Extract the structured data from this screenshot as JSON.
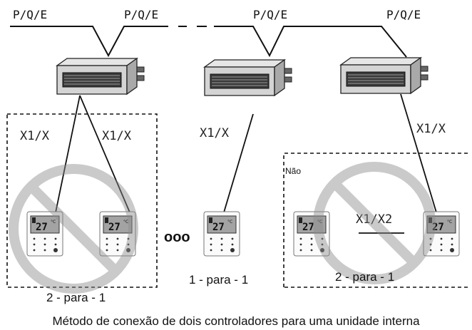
{
  "bus": {
    "label_1": "P/Q/E",
    "label_2": "P/Q/E",
    "label_3": "P/Q/E",
    "label_4": "P/Q/E"
  },
  "wires": {
    "left_a": "X1/X",
    "left_b": "X1/X",
    "middle": "X1/X",
    "right": "X1/X",
    "controller_link": "X1/X2"
  },
  "controllers": {
    "display_reading": "27",
    "display_unit": "°C",
    "ellipsis": "ooo"
  },
  "groups": {
    "left_caption": "2 - para - 1",
    "middle_caption": "1 - para - 1",
    "right_caption": "2 - para - 1",
    "right_tag": "Não"
  },
  "caption": "Método de conexão de dois controladores para uma unidade interna"
}
